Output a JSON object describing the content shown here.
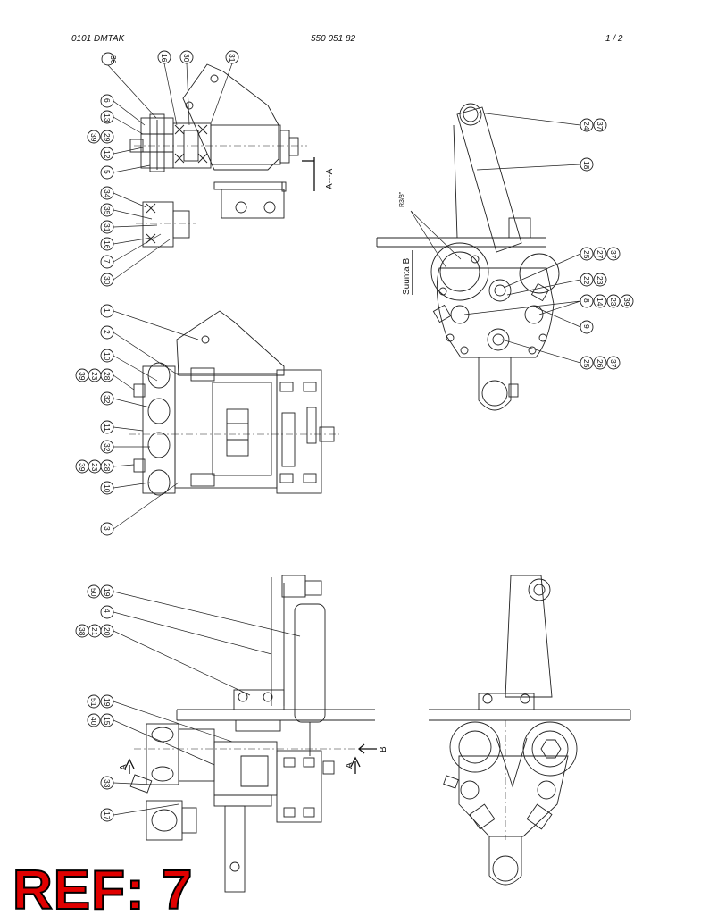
{
  "header": {
    "doc_code": "0101 DMTAK",
    "part_number": "550 051 82",
    "page": "1 /  2"
  },
  "views": {
    "section_aa_label": "A---A",
    "view_b_label": "Suunta B",
    "thread_label": "R3/8\"",
    "arrow_a": "A",
    "arrow_b": "B"
  },
  "ref_label": "REF: 7",
  "balloons": {
    "tl": [
      "36",
      "16",
      "30",
      "31",
      "6",
      "13",
      "39",
      "29",
      "12",
      "5",
      "34",
      "35",
      "31",
      "16",
      "7",
      "30"
    ],
    "ml": [
      "1",
      "2",
      "10",
      "39",
      "23",
      "28",
      "32",
      "11",
      "32",
      "39",
      "23",
      "28",
      "10",
      "3"
    ],
    "tr": [
      "24",
      "37",
      "18",
      "25",
      "27",
      "37",
      "22",
      "23",
      "8",
      "14",
      "23",
      "39",
      "9",
      "25",
      "26",
      "37"
    ],
    "bl": [
      "50",
      "19",
      "4",
      "38",
      "21",
      "20",
      "51",
      "19",
      "40",
      "15",
      "33",
      "17"
    ]
  }
}
